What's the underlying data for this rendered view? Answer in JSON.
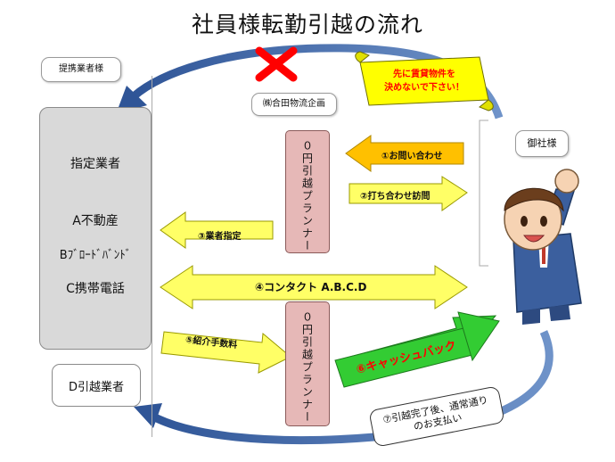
{
  "title": "社員様転勤引越の流れ",
  "labels": {
    "partners": "提携業者様",
    "company": "御社様",
    "planner_org": "㈱合田物流企画"
  },
  "vendors": {
    "heading": "指定業者",
    "a": "A不動産",
    "b": "Bﾌﾞﾛｰﾄﾞﾊﾞﾝﾄﾞ",
    "c": "C携帯電話"
  },
  "moving_vendor": "D引越業者",
  "planner": {
    "top": "０円引越プランナー",
    "bottom": "０円引越プランナー"
  },
  "banner": {
    "line1": "先に賃貸物件を",
    "line2": "決めないで下さい！"
  },
  "steps": {
    "s1": "①お問い合わせ",
    "s2": "②打ち合わせ訪問",
    "s3": "③業者指定",
    "s4": "④コンタクト A.B.C.D",
    "s5": "⑤紹介手数料",
    "s6": "⑥キャッシュバック",
    "s7_line1": "⑦引越完了後、通常通り",
    "s7_line2": "のお支払い"
  },
  "colors": {
    "yellow_arrow": "#ffff66",
    "orange_arrow": "#ffc000",
    "green_arrow": "#33cc33",
    "blue_arrow": "#2f5597",
    "vendor_box": "#d9d9d9",
    "planner_box": "#e6b8b7",
    "cross": "#ff0000",
    "banner_fill": "#ffff00"
  }
}
